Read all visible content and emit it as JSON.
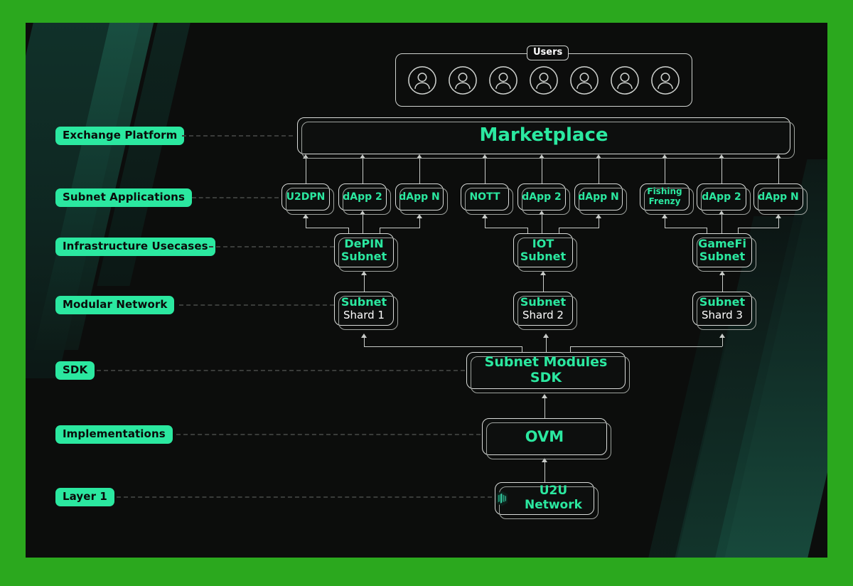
{
  "palette": {
    "page_background": "#2BA81E",
    "panel_background": "#0C0D0C",
    "accent_green": "#2BE8A0",
    "label_text_dark": "#0A0B0A",
    "line": "#C9CCC9",
    "dashed_line": "#3A3C3A",
    "white_text": "#FFFFFF"
  },
  "users": {
    "badge_label": "Users",
    "avatar_icon": "user-avatar-icon",
    "avatar_count": 7
  },
  "marketplace": {
    "label": "Marketplace"
  },
  "stage_labels": [
    {
      "label": "Exchange Platform"
    },
    {
      "label": "Subnet Applications"
    },
    {
      "label": "Infrastructure Usecases"
    },
    {
      "label": "Modular Network"
    },
    {
      "label": "SDK"
    },
    {
      "label": "Implementations"
    },
    {
      "label": "Layer 1"
    }
  ],
  "apps": [
    {
      "label": "U2DPN",
      "multiline": false
    },
    {
      "label": "dApp 2",
      "multiline": false
    },
    {
      "label": "dApp N",
      "multiline": false
    },
    {
      "label": "NOTT",
      "multiline": false
    },
    {
      "label": "dApp 2",
      "multiline": false
    },
    {
      "label": "dApp N",
      "multiline": false
    },
    {
      "label": "Fishing\nFrenzy",
      "multiline": true
    },
    {
      "label": "dApp 2",
      "multiline": false
    },
    {
      "label": "dApp N",
      "multiline": false
    }
  ],
  "subnets": [
    {
      "line1": "DePIN",
      "line2": "Subnet"
    },
    {
      "line1": "IOT",
      "line2": "Subnet"
    },
    {
      "line1": "GameFi",
      "line2": "Subnet"
    }
  ],
  "shards": [
    {
      "line1": "Subnet",
      "line2": "Shard 1"
    },
    {
      "line1": "Subnet",
      "line2": "Shard 2"
    },
    {
      "line1": "Subnet",
      "line2": "Shard 3"
    }
  ],
  "sdk": {
    "label": "Subnet Modules SDK"
  },
  "ovm": {
    "label": "OVM"
  },
  "layer1": {
    "label": "U2U Network",
    "logo_icon": "u2u-network-logo-icon"
  }
}
